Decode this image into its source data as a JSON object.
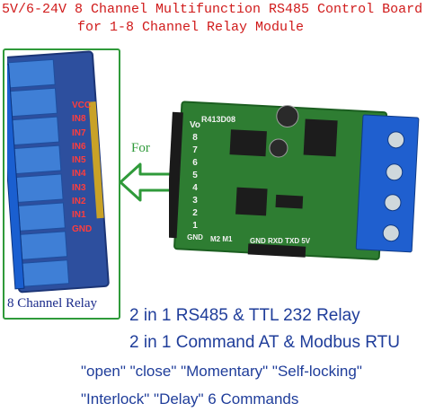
{
  "title": {
    "line1": "5V/6-24V 8 Channel Multifunction RS485 Control Board",
    "line2": "for 1-8 Channel Relay Module"
  },
  "relay_module": {
    "pins": [
      "VCC",
      "IN8",
      "IN7",
      "IN6",
      "IN5",
      "IN4",
      "IN3",
      "IN2",
      "IN1",
      "GND"
    ],
    "label": "8 Channel Relay"
  },
  "arrow_label": "For",
  "control_board": {
    "model": "R413D08",
    "side_pins": [
      "Vo",
      "8",
      "7",
      "6",
      "5",
      "4",
      "3",
      "2",
      "1",
      "GND"
    ],
    "bottom_header": "GND RXD TXD 5V",
    "jumper_label": "M2 M1"
  },
  "features": {
    "line1": "2 in 1 RS485 & TTL 232 Relay",
    "line2": "2 in 1 Command AT & Modbus RTU",
    "line3": "\"open\" \"close\"  \"Momentary\" \"Self-locking\"",
    "line4": "\"Interlock\" \"Delay\" 6 Commands"
  },
  "colors": {
    "title": "#d01a1a",
    "feature_text": "#1f3d9a",
    "frame": "#2f9a3a",
    "pcb_green": "#2e7d32",
    "relay_board_blue": "#2d4f9e"
  }
}
